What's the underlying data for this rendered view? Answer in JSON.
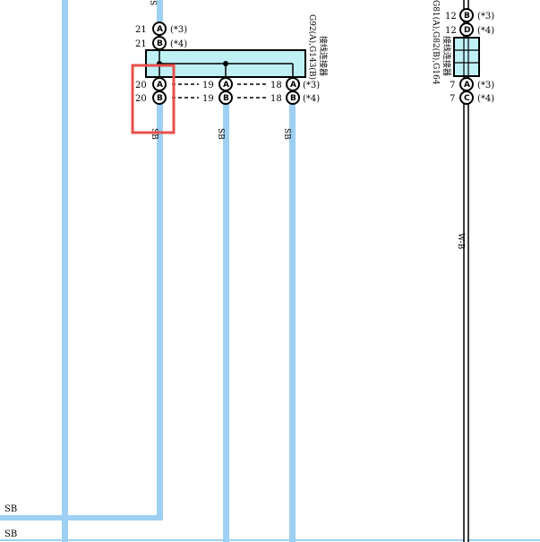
{
  "colors": {
    "wire_sb": "#9dd0f2",
    "connector_fill": "#bff0f6",
    "highlight": "#e8504a",
    "line": "#000000"
  },
  "wires": {
    "top_cut_label": "S",
    "sb_label": "SB",
    "wb_label": "W-B",
    "bottom_left_1": "SB",
    "bottom_left_2": "SB"
  },
  "connector_g92": {
    "label_line1": "G92(A),G143(B)",
    "label_line2": "接线连接器",
    "top_pins": [
      {
        "num": "21",
        "letter": "A",
        "note": "(*3)"
      },
      {
        "num": "21",
        "letter": "B",
        "note": "(*4)"
      }
    ],
    "bottom_rows": [
      {
        "p1": "20",
        "l1": "A",
        "p2": "19",
        "l2": "A",
        "p3": "18",
        "l3": "A",
        "note": "(*3)"
      },
      {
        "p1": "20",
        "l1": "B",
        "p2": "19",
        "l2": "B",
        "p3": "18",
        "l3": "B",
        "note": "(*4)"
      }
    ]
  },
  "connector_g81": {
    "label_line1": "G81(A),G82(B),G164",
    "label_line2": "接线连接器",
    "top_pins": [
      {
        "num": "12",
        "letter": "B",
        "note": "(*3)"
      },
      {
        "num": "12",
        "letter": "D",
        "note": "(*4)"
      }
    ],
    "bottom_pins": [
      {
        "num": "7",
        "letter": "A",
        "note": "(*3)"
      },
      {
        "num": "7",
        "letter": "C",
        "note": "(*4)"
      }
    ]
  }
}
